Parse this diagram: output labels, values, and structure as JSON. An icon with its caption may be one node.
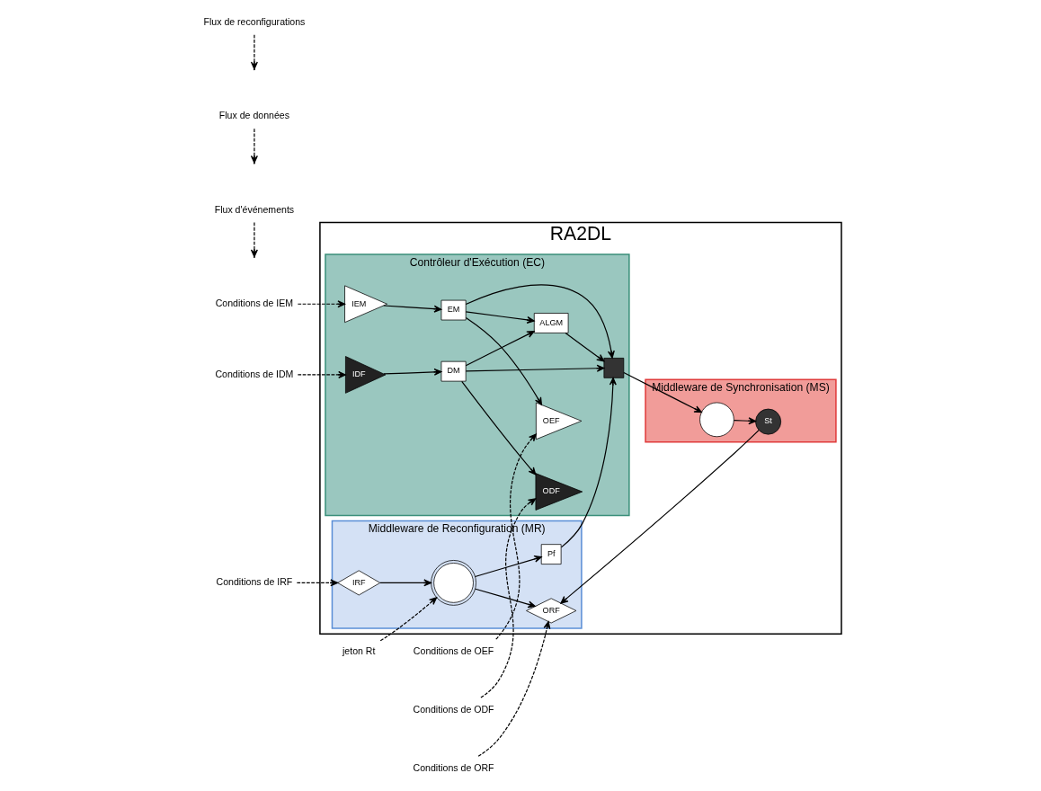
{
  "diagram": {
    "nodes": [
      {
        "text": [
          "RA2DL"
        ]
      },
      {
        "text": [
          "Middleware de Synchronisation (MS)"
        ],
        "in": 0
      },
      {
        "text": [
          "Contrôleur d'Exécution (EC)"
        ],
        "in": 0
      },
      {
        "text": [
          "Middleware de Reconfiguration (MR)"
        ],
        "in": 0
      },
      {
        "text": [],
        "shape": "circle",
        "in": 1
      },
      {
        "text": [
          "St"
        ],
        "in": 1
      },
      {
        "text": [
          "IEM"
        ],
        "in": 2
      },
      {
        "text": [
          "IDF"
        ],
        "in": 2
      },
      {
        "text": [
          "EM"
        ],
        "in": 2
      },
      {
        "text": [
          "DM"
        ],
        "in": 2
      },
      {
        "text": [],
        "shape": "box",
        "in": 2
      },
      {
        "text": [
          "ALGM"
        ],
        "in": 2
      },
      {
        "text": [
          "OEF"
        ],
        "in": 2
      },
      {
        "text": [
          "ODF"
        ],
        "in": 2
      },
      {
        "text": [
          "Pf"
        ],
        "in": 3
      },
      {
        "text": [
          "IRF"
        ],
        "in": 3
      },
      {
        "text": [],
        "shape": "circle",
        "in": 3
      },
      {
        "text": [
          "ORF"
        ],
        "in": 3
      },
      {
        "text": [
          "Conditions de IEM"
        ]
      },
      {
        "text": [
          "Conditions de IDM"
        ]
      },
      {
        "text": [
          "Flux d'événements"
        ]
      },
      {
        "text": [
          "Flux de données"
        ]
      },
      {
        "text": [
          "Conditions de OEF"
        ]
      },
      {
        "text": [
          "Conditions de ODF"
        ]
      },
      {
        "text": [
          "Conditions de IRF"
        ]
      },
      {
        "text": [
          "Flux de reconfigurations"
        ]
      },
      {
        "text": [
          "jeton Rt"
        ]
      },
      {
        "text": [
          "Conditions de ORF"
        ]
      }
    ],
    "edges": [
      {
        "from": 4,
        "to": 5,
        "arrow": "to"
      },
      {
        "from": 5,
        "to": 17,
        "arrow": "to"
      },
      {
        "from": 6,
        "to": 8,
        "arrow": "to"
      },
      {
        "from": 7,
        "to": 9,
        "arrow": "to"
      },
      {
        "from": 8,
        "to": 10,
        "arrow": "to"
      },
      {
        "from": 8,
        "to": 11,
        "arrow": "to"
      },
      {
        "from": 8,
        "to": 12,
        "arrow": "to"
      },
      {
        "from": 9,
        "to": 10,
        "arrow": "to"
      },
      {
        "from": 9,
        "to": 11,
        "arrow": "to"
      },
      {
        "from": 9,
        "to": 13,
        "arrow": "to"
      },
      {
        "from": 11,
        "to": 10,
        "arrow": "to"
      },
      {
        "from": 10,
        "to": 4,
        "arrow": "to"
      },
      {
        "from": 14,
        "to": 10,
        "arrow": "to"
      },
      {
        "from": 16,
        "to": 14,
        "arrow": "to"
      },
      {
        "from": 15,
        "to": 16,
        "arrow": "to"
      },
      {
        "from": 16,
        "to": 17,
        "arrow": "to"
      },
      {
        "from": 18,
        "to": 6,
        "arrow": "to",
        "style": "dashed"
      },
      {
        "from": 19,
        "to": 7,
        "arrow": "to",
        "style": "dashed"
      },
      {
        "from": 20,
        "to": null,
        "arrow": "to",
        "style": "dashed"
      },
      {
        "from": 21,
        "to": null,
        "arrow": "to",
        "style": "dashed"
      },
      {
        "from": 22,
        "to": 12,
        "arrow": "to",
        "style": "dashed"
      },
      {
        "from": 23,
        "to": 13,
        "arrow": "to",
        "style": "dashed"
      },
      {
        "from": 24,
        "to": 15,
        "arrow": "to",
        "style": "dashed"
      },
      {
        "from": 25,
        "to": null,
        "arrow": "to",
        "style": "dashed"
      },
      {
        "from": 26,
        "to": 16,
        "arrow": "to",
        "style": "dashed"
      },
      {
        "from": 27,
        "to": 17,
        "arrow": "to",
        "style": "dashed"
      }
    ]
  }
}
